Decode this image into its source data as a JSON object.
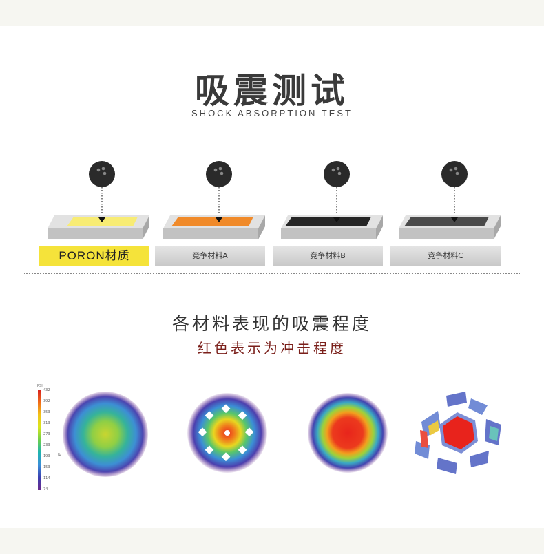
{
  "header": {
    "title": "吸震测试",
    "subtitle": "SHOCK ABSORPTION TEST"
  },
  "tests": [
    {
      "label": "PORON材质",
      "pad_color": "#f8ec74",
      "highlight": true
    },
    {
      "label": "竞争材料A",
      "pad_color": "#f08a2a",
      "highlight": false
    },
    {
      "label": "竞争材料B",
      "pad_color": "#262626",
      "highlight": false
    },
    {
      "label": "竞争材料C",
      "pad_color": "#4a4a4a",
      "highlight": false
    }
  ],
  "section": {
    "title": "各材料表现的吸震程度",
    "subtitle": "红色表示为冲击程度"
  },
  "scale": {
    "title": "PSI",
    "ticks": [
      "432",
      "392",
      "353",
      "313",
      "273",
      "233",
      "193",
      "153",
      "114",
      "74"
    ],
    "unit": "lb"
  },
  "colors": {
    "title": "#3a3a3a",
    "subtitle_red": "#7a1f1a",
    "highlight_yellow": "#f5e33a",
    "platform_gray": "#c8c8c8"
  },
  "icons": {
    "ball": "bowling-ball-icon",
    "arrow": "arrow-down-icon"
  }
}
